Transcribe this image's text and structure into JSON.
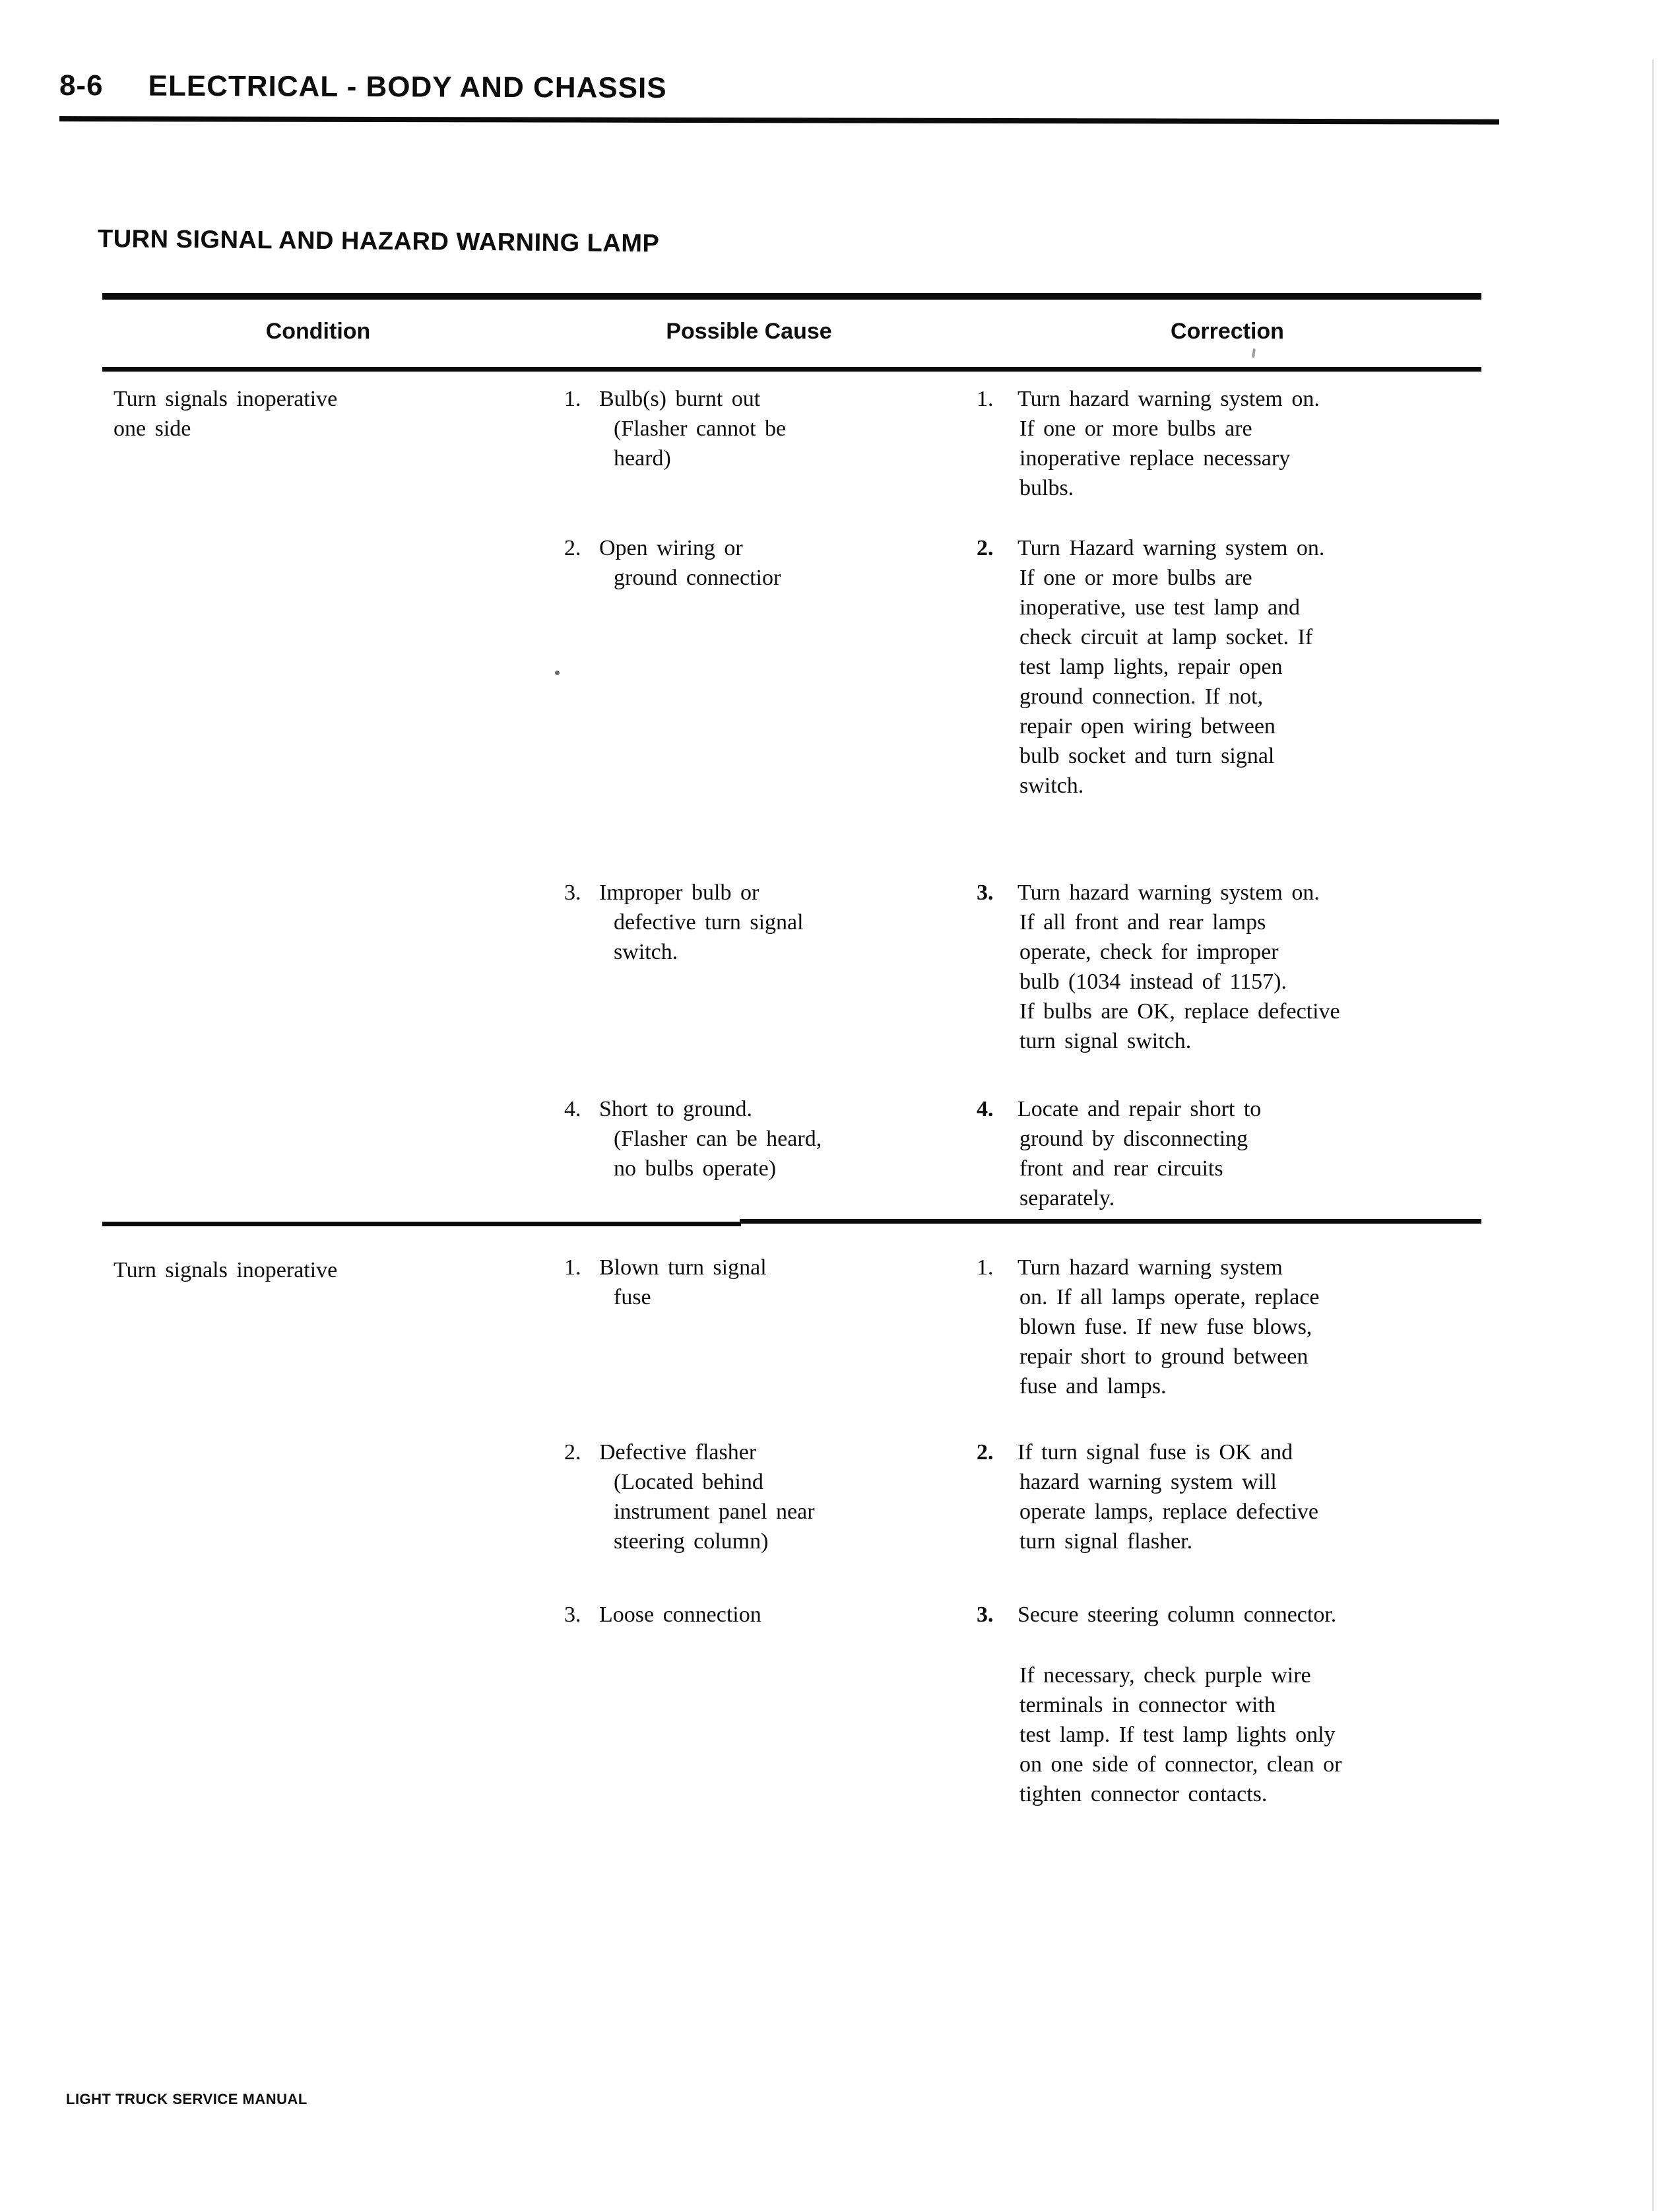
{
  "page": {
    "number": "8-6",
    "header": "ELECTRICAL - BODY AND CHASSIS",
    "footer": "LIGHT TRUCK SERVICE MANUAL"
  },
  "section_title": "TURN SIGNAL AND HAZARD WARNING LAMP",
  "table": {
    "headers": [
      "Condition",
      "Possible Cause",
      "Correction"
    ],
    "rows": [
      {
        "condition_lines": [
          "Turn signals inoperative",
          "one side"
        ],
        "items": [
          {
            "num": "1.",
            "cause_lines": [
              "Bulb(s) burnt out",
              "(Flasher cannot be",
              "heard)"
            ],
            "correction_num": "1.",
            "correction_lines": [
              "Turn hazard warning system on.",
              "If one or more bulbs are",
              "inoperative replace necessary",
              "bulbs."
            ]
          },
          {
            "num": "2.",
            "cause_lines": [
              "Open wiring or",
              "ground connectior"
            ],
            "correction_num": "2.",
            "correction_lines": [
              "Turn Hazard warning system on.",
              "If one or more bulbs are",
              "inoperative, use test lamp and",
              "check circuit at lamp socket. If",
              "test lamp lights, repair open",
              "ground connection. If not,",
              "repair open wiring between",
              "bulb socket and turn signal",
              "switch."
            ]
          },
          {
            "num": "3.",
            "cause_lines": [
              "Improper bulb or",
              "defective turn signal",
              "switch."
            ],
            "correction_num": "3.",
            "correction_lines": [
              "Turn hazard warning system on.",
              "If all front and rear lamps",
              "operate, check for improper",
              "bulb (1034 instead of 1157).",
              "If bulbs are OK, replace defective",
              "turn signal switch."
            ]
          },
          {
            "num": "4.",
            "cause_lines": [
              "Short to ground.",
              "(Flasher can be heard,",
              "no bulbs operate)"
            ],
            "correction_num": "4.",
            "correction_lines": [
              "Locate and repair short to",
              "ground by disconnecting",
              "front and rear circuits",
              "separately."
            ]
          }
        ]
      },
      {
        "condition_lines": [
          "Turn signals inoperative"
        ],
        "items": [
          {
            "num": "1.",
            "cause_lines": [
              "Blown turn signal",
              "fuse"
            ],
            "correction_num": "1.",
            "correction_lines": [
              "Turn hazard warning system",
              "on. If all lamps operate, replace",
              "blown fuse. If new fuse blows,",
              "repair short to ground between",
              "fuse and lamps."
            ]
          },
          {
            "num": "2.",
            "cause_lines": [
              "Defective flasher",
              "(Located behind",
              "instrument panel near",
              "steering column)"
            ],
            "correction_num": "2.",
            "correction_lines": [
              "If turn signal fuse is OK and",
              "hazard warning system will",
              "operate lamps, replace defective",
              "turn signal flasher."
            ]
          },
          {
            "num": "3.",
            "cause_lines": [
              "Loose connection"
            ],
            "correction_num": "3.",
            "correction_lines": [
              "Secure steering column connector."
            ],
            "correction_extra_lines": [
              "If necessary, check purple wire",
              "terminals in connector with",
              "test lamp. If test lamp lights only",
              "on one side of connector, clean or",
              "tighten connector contacts."
            ]
          }
        ]
      }
    ]
  }
}
